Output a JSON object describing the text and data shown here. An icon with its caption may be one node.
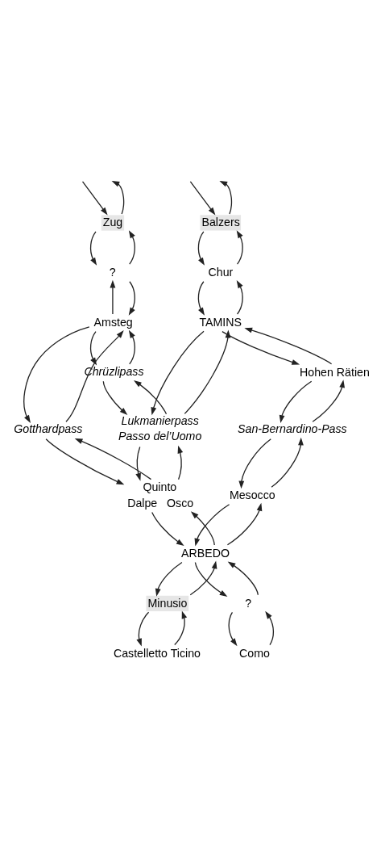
{
  "diagram": {
    "nodes": [
      {
        "text": [
          "Zug"
        ]
      },
      {
        "text": [
          "Balzers"
        ]
      },
      {
        "text": [
          "?"
        ]
      },
      {
        "text": [
          "Chur"
        ]
      },
      {
        "text": [
          "Amsteg"
        ]
      },
      {
        "text": [
          "TAMINS"
        ]
      },
      {
        "text": [
          "Chrüzlipass"
        ]
      },
      {
        "text": [
          "Hohen Rätien"
        ]
      },
      {
        "text": [
          "Gotthardpass"
        ]
      },
      {
        "text": [
          "San-Bernardino-Pass"
        ]
      },
      {
        "text": [
          "Lukmanierpass",
          "Passo del’Uomo"
        ]
      },
      {
        "text": [
          "Quinto"
        ],
        "beside": [
          "Dalpe",
          "Osco"
        ]
      },
      {
        "text": [
          "Mesocco"
        ]
      },
      {
        "text": [
          "ARBEDO"
        ]
      },
      {
        "text": [
          "Minusio"
        ]
      },
      {
        "text": [
          "?"
        ]
      },
      {
        "text": [
          "Castelletto Ticino"
        ]
      },
      {
        "text": [
          "Como"
        ]
      }
    ],
    "edges": [
      {
        "from": null,
        "to": 0,
        "arrow": "to"
      },
      {
        "from": 0,
        "to": null,
        "arrow": "to"
      },
      {
        "from": null,
        "to": 1,
        "arrow": "to"
      },
      {
        "from": 1,
        "to": null,
        "arrow": "to"
      },
      {
        "from": 0,
        "to": 2,
        "arrow": "to"
      },
      {
        "from": 2,
        "to": 0,
        "arrow": "to"
      },
      {
        "from": 1,
        "to": 3,
        "arrow": "to"
      },
      {
        "from": 3,
        "to": 1,
        "arrow": "to"
      },
      {
        "from": 4,
        "to": 2,
        "arrow": "to"
      },
      {
        "from": 2,
        "to": 4,
        "arrow": "to"
      },
      {
        "from": 3,
        "to": 5,
        "arrow": "to"
      },
      {
        "from": 5,
        "to": 3,
        "arrow": "to"
      },
      {
        "from": 4,
        "to": 8,
        "arrow": "to"
      },
      {
        "from": 8,
        "to": 4,
        "arrow": "to"
      },
      {
        "from": 4,
        "to": 6,
        "arrow": "to"
      },
      {
        "from": 6,
        "to": 4,
        "arrow": "to"
      },
      {
        "from": 5,
        "to": 7,
        "arrow": "to"
      },
      {
        "from": 7,
        "to": 5,
        "arrow": "to"
      },
      {
        "from": 5,
        "to": 10,
        "arrow": "to"
      },
      {
        "from": 10,
        "to": 5,
        "arrow": "to"
      },
      {
        "from": 6,
        "to": 10,
        "arrow": "to"
      },
      {
        "from": 10,
        "to": 6,
        "arrow": "to"
      },
      {
        "from": 7,
        "to": 9,
        "arrow": "to"
      },
      {
        "from": 9,
        "to": 7,
        "arrow": "to"
      },
      {
        "from": 8,
        "to": 11,
        "arrow": "to"
      },
      {
        "from": 11,
        "to": 8,
        "arrow": "to"
      },
      {
        "from": 10,
        "to": 11,
        "arrow": "to"
      },
      {
        "from": 11,
        "to": 10,
        "arrow": "to"
      },
      {
        "from": 9,
        "to": 12,
        "arrow": "to"
      },
      {
        "from": 12,
        "to": 9,
        "arrow": "to"
      },
      {
        "from": 11,
        "to": 13,
        "arrow": "to"
      },
      {
        "from": 13,
        "to": 11,
        "arrow": "to"
      },
      {
        "from": 12,
        "to": 13,
        "arrow": "to"
      },
      {
        "from": 13,
        "to": 12,
        "arrow": "to"
      },
      {
        "from": 13,
        "to": 14,
        "arrow": "to"
      },
      {
        "from": 14,
        "to": 13,
        "arrow": "to"
      },
      {
        "from": 13,
        "to": 15,
        "arrow": "to"
      },
      {
        "from": 15,
        "to": 13,
        "arrow": "to"
      },
      {
        "from": 14,
        "to": 16,
        "arrow": "to"
      },
      {
        "from": 16,
        "to": 14,
        "arrow": "to"
      },
      {
        "from": 15,
        "to": 17,
        "arrow": "to"
      },
      {
        "from": 17,
        "to": 15,
        "arrow": "to"
      }
    ]
  }
}
